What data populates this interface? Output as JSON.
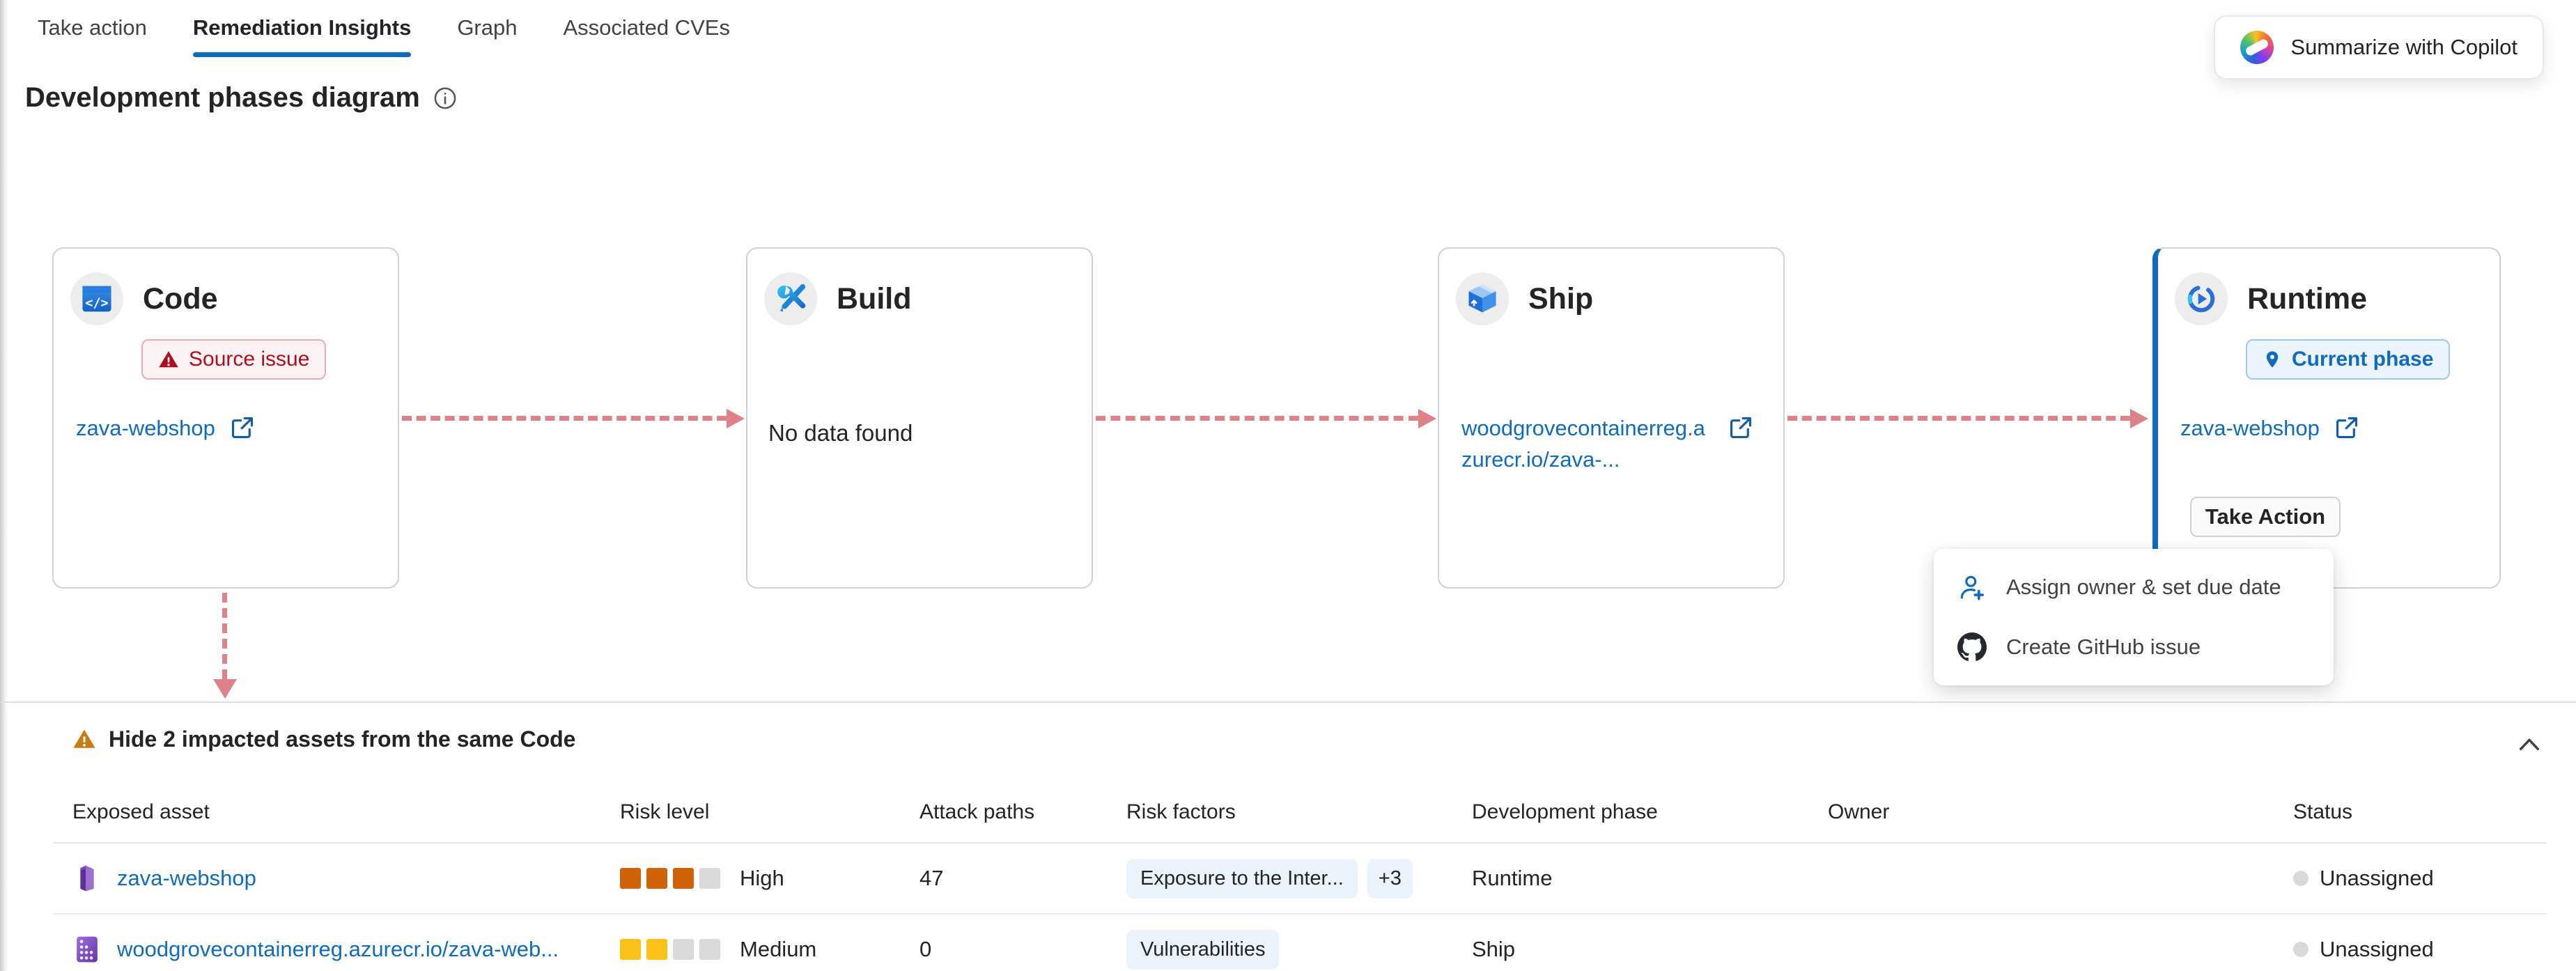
{
  "tabs": {
    "items": [
      {
        "label": "Take action",
        "active": false
      },
      {
        "label": "Remediation Insights",
        "active": true
      },
      {
        "label": "Graph",
        "active": false
      },
      {
        "label": "Associated CVEs",
        "active": false
      }
    ]
  },
  "copilot_button": {
    "label": "Summarize with Copilot"
  },
  "section": {
    "title": "Development phases diagram"
  },
  "phases": {
    "code": {
      "title": "Code",
      "badge": "Source issue",
      "link": "zava-webshop"
    },
    "build": {
      "title": "Build",
      "empty_text": "No data found"
    },
    "ship": {
      "title": "Ship",
      "link": "woodgrovecontainerreg.azurecr.io/zava-..."
    },
    "runtime": {
      "title": "Runtime",
      "badge": "Current phase",
      "link": "zava-webshop",
      "action_label": "Take Action"
    }
  },
  "action_menu": {
    "items": [
      {
        "icon": "person-add-icon",
        "label": "Assign owner & set due date"
      },
      {
        "icon": "github-icon",
        "label": "Create GitHub issue"
      }
    ]
  },
  "impacted_assets": {
    "header": "Hide 2 impacted assets from the same Code",
    "columns": [
      "Exposed asset",
      "Risk level",
      "Attack paths",
      "Risk factors",
      "Development phase",
      "Owner",
      "Status"
    ],
    "rows": [
      {
        "asset": "zava-webshop",
        "asset_icon": "web-app-icon",
        "risk_level": "High",
        "risk_filled": 3,
        "risk_total": 4,
        "attack_paths": "47",
        "risk_factors": [
          "Exposure to the Inter..."
        ],
        "risk_factors_more": "+3",
        "phase": "Runtime",
        "owner": "",
        "status": "Unassigned"
      },
      {
        "asset": "woodgrovecontainerreg.azurecr.io/zava-web...",
        "asset_icon": "container-registry-icon",
        "risk_level": "Medium",
        "risk_filled": 2,
        "risk_total": 4,
        "attack_paths": "0",
        "risk_factors": [
          "Vulnerabilities"
        ],
        "risk_factors_more": "",
        "phase": "Ship",
        "owner": "",
        "status": "Unassigned"
      }
    ]
  },
  "icons": {
    "code-icon": "blue window with </>",
    "build-icon": "crossed blue tools",
    "ship-icon": "blue package box",
    "runtime-icon": "segmented ring with play",
    "external-link-icon": "square with outward arrow",
    "warning-icon-red": "red filled triangle !",
    "warning-icon-orange": "orange filled triangle !",
    "pin-icon": "blue location pin",
    "person-add-icon": "person with plus",
    "github-icon": "octocat mark",
    "chevron-up-icon": "collapse chevron",
    "info-icon": "circled i",
    "copilot-icon": "multicolor swirl"
  },
  "colors": {
    "accent": "#0f6cbd",
    "link": "#0f6cbd",
    "arrow": "#df8288",
    "card_border": "#d1d1d1",
    "risk_high": "#d06309",
    "risk_medium": "#fcc119",
    "risk_empty": "#d9d9d9",
    "source_issue_text": "#b10e1c",
    "source_issue_bg": "#fdf3f4",
    "phase_badge_bg": "#ebf3fc",
    "pill_bg": "#ebf3fc",
    "status_dot": "#d9d9d9",
    "warning_orange": "#c87b11"
  }
}
